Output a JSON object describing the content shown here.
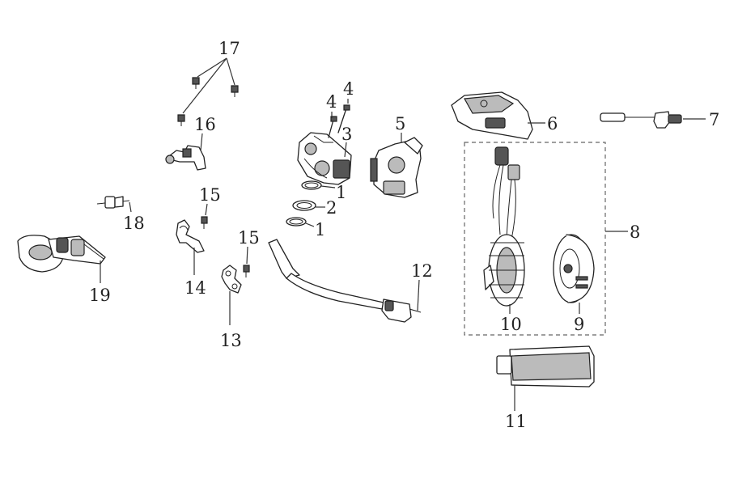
{
  "callouts": {
    "c1a": "1",
    "c1b": "1",
    "c2": "2",
    "c3": "3",
    "c4a": "4",
    "c4b": "4",
    "c5": "5",
    "c6": "6",
    "c7": "7",
    "c8": "8",
    "c9": "9",
    "c10": "10",
    "c11": "11",
    "c12": "12",
    "c13": "13",
    "c14": "14",
    "c15a": "15",
    "c15b": "15",
    "c16": "16",
    "c17": "17",
    "c18": "18",
    "c19": "19"
  }
}
